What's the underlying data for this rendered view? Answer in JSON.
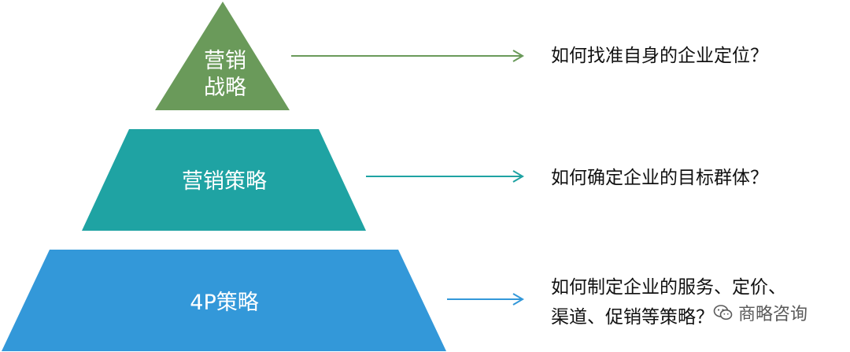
{
  "tiers": [
    {
      "line1": "营销",
      "line2": "战略",
      "color": "#6a9a5a"
    },
    {
      "label": "营销策略",
      "color": "#1fa3a3"
    },
    {
      "label": "4P策略",
      "color": "#3398d9"
    }
  ],
  "questions": {
    "q1": "如何找准自身的企业定位？",
    "q2": "如何确定企业的目标群体？",
    "q3_line1": "如何制定企业的服务、定价、",
    "q3_line2": "渠道、促销等策略？"
  },
  "arrow_colors": {
    "green": "#6a9a5a",
    "teal": "#1fa3a3",
    "blue": "#3398d9"
  },
  "watermark": {
    "text": "商略咨询",
    "icon": "wechat-icon"
  }
}
